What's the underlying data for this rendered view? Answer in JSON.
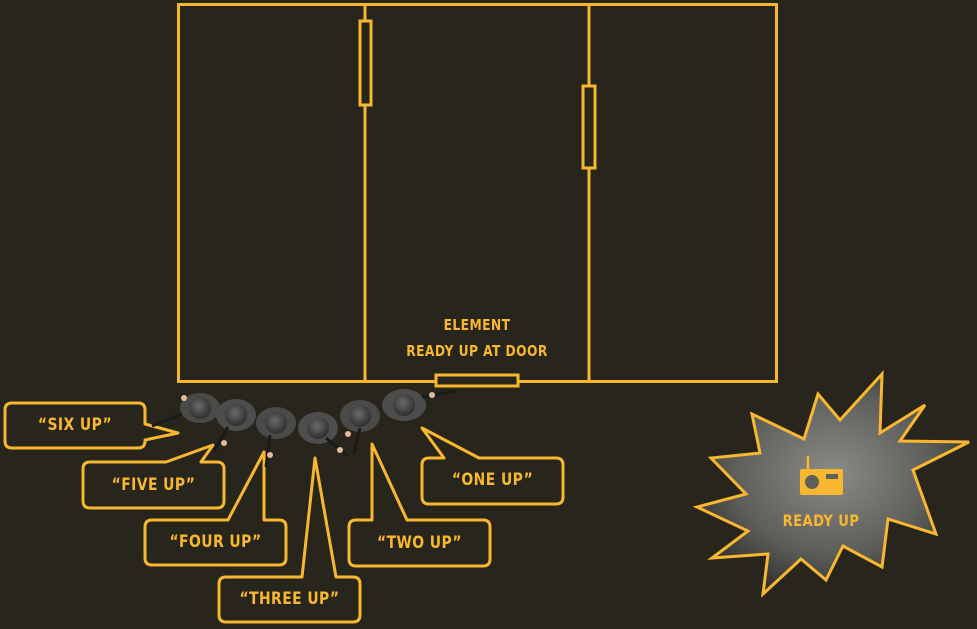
{
  "diagram": {
    "background_color": "#28251c",
    "accent_color": "#f7b731",
    "room_label": {
      "line1": "ELEMENT",
      "line2": "READY UP AT DOOR"
    },
    "callouts": [
      {
        "id": "six",
        "text": "“SIX UP”"
      },
      {
        "id": "five",
        "text": "“FIVE UP”"
      },
      {
        "id": "four",
        "text": "“FOUR UP”"
      },
      {
        "id": "three",
        "text": "“THREE UP”"
      },
      {
        "id": "two",
        "text": "“TWO UP”"
      },
      {
        "id": "one",
        "text": "“ONE UP”"
      }
    ],
    "burst": {
      "icon": "radio-icon",
      "label": "READY UP"
    },
    "team": {
      "count": 6,
      "icon": "operator-icon"
    }
  }
}
